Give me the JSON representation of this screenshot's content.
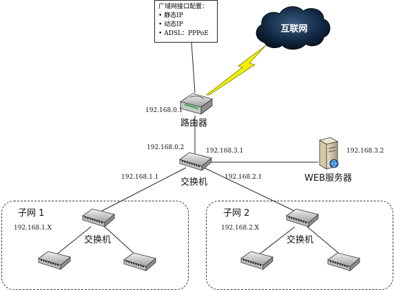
{
  "config_box": {
    "title": "广域网接口配置：",
    "items": [
      "静态IP",
      "动态IP",
      "ADSL：PPPoE"
    ]
  },
  "cloud": {
    "label": "互联网"
  },
  "router": {
    "label": "路由器",
    "ip_top": "192.168.0.1"
  },
  "core_switch": {
    "label": "交换机",
    "ip_up": "192.168.0.2",
    "ip_right": "192.168.3.1",
    "ip_left": "192.168.1.1",
    "ip_right_low": "192.168.2.1"
  },
  "web_server": {
    "label": "WEB服务器",
    "ip": "192.168.3.2"
  },
  "subnets": [
    {
      "name": "子网 1",
      "range": "192.168.1.X",
      "switch_label": "交换机"
    },
    {
      "name": "子网 2",
      "range": "192.168.2.X",
      "switch_label": "交换机"
    }
  ],
  "colors": {
    "cloud": "#0d2238",
    "lightning": "#f4f000",
    "line": "#222222",
    "device": "#cfcfcf"
  }
}
